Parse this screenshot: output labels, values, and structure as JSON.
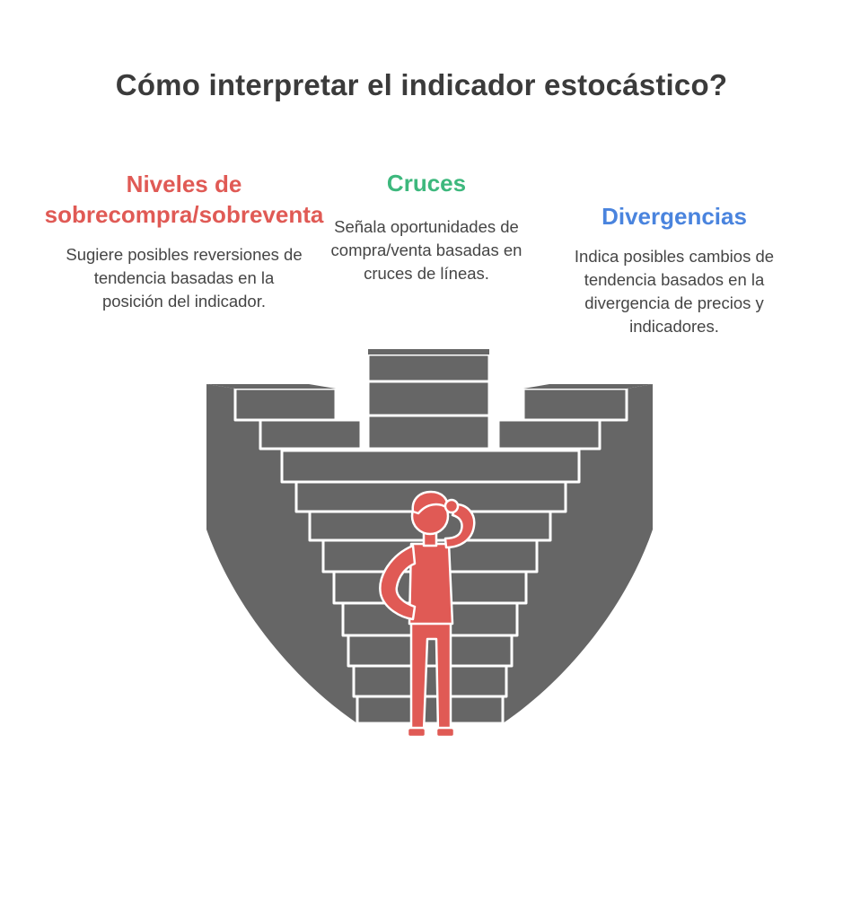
{
  "title": "Cómo interpretar el indicador estocástico?",
  "columns": [
    {
      "heading_line1": "Niveles de",
      "heading_line2": "sobrecompra/sobreventa",
      "description": "Sugiere posibles reversiones de tendencia basadas en la posición del indicador.",
      "color": "#e05a55"
    },
    {
      "heading": "Cruces",
      "description": "Señala oportunidades de compra/venta basadas en cruces de líneas.",
      "color": "#3db87d"
    },
    {
      "heading": "Divergencias",
      "description": "Indica posibles cambios de tendencia basados en la divergencia de precios y indicadores.",
      "color": "#4a84de"
    }
  ],
  "colors": {
    "title": "#3b3b3b",
    "stairs": "#666666",
    "person": "#e05a55",
    "text": "#454545"
  },
  "illustration": {
    "stairs_icon": "staircase-icon",
    "person_icon": "thinking-person-icon"
  }
}
